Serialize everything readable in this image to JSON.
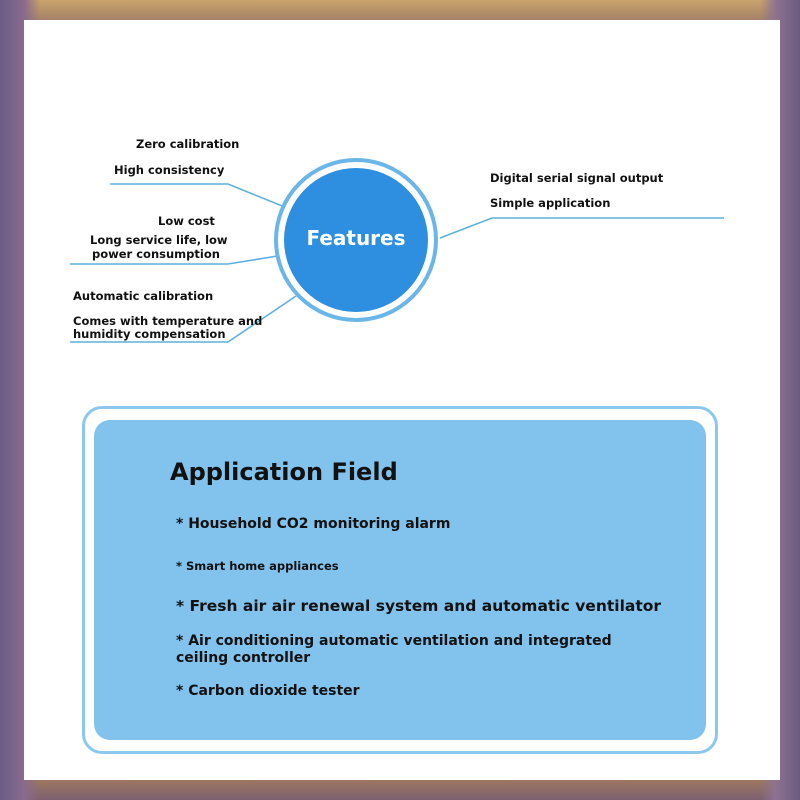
{
  "features": {
    "center_title": "Features",
    "left_labels": [
      "Zero calibration",
      "High consistency",
      "Low cost",
      "Long service life, low",
      "power consumption",
      "Automatic calibration",
      "Comes with temperature and",
      "humidity compensation"
    ],
    "right_labels": [
      "Digital serial signal output",
      "Simple application"
    ]
  },
  "application": {
    "title": "Application Field",
    "items": [
      "* Household CO2 monitoring alarm",
      "* Smart home appliances",
      "* Fresh air air renewal system and automatic ventilator",
      "* Air conditioning automatic ventilation and integrated",
      "ceiling controller",
      "* Carbon dioxide tester"
    ]
  },
  "colors": {
    "circle_fill": "#2e8fe0",
    "circle_ring": "#6bb6e8",
    "line": "#5eb0dc",
    "card_fill": "#82c3ee",
    "card_border": "#8cc8ee"
  }
}
